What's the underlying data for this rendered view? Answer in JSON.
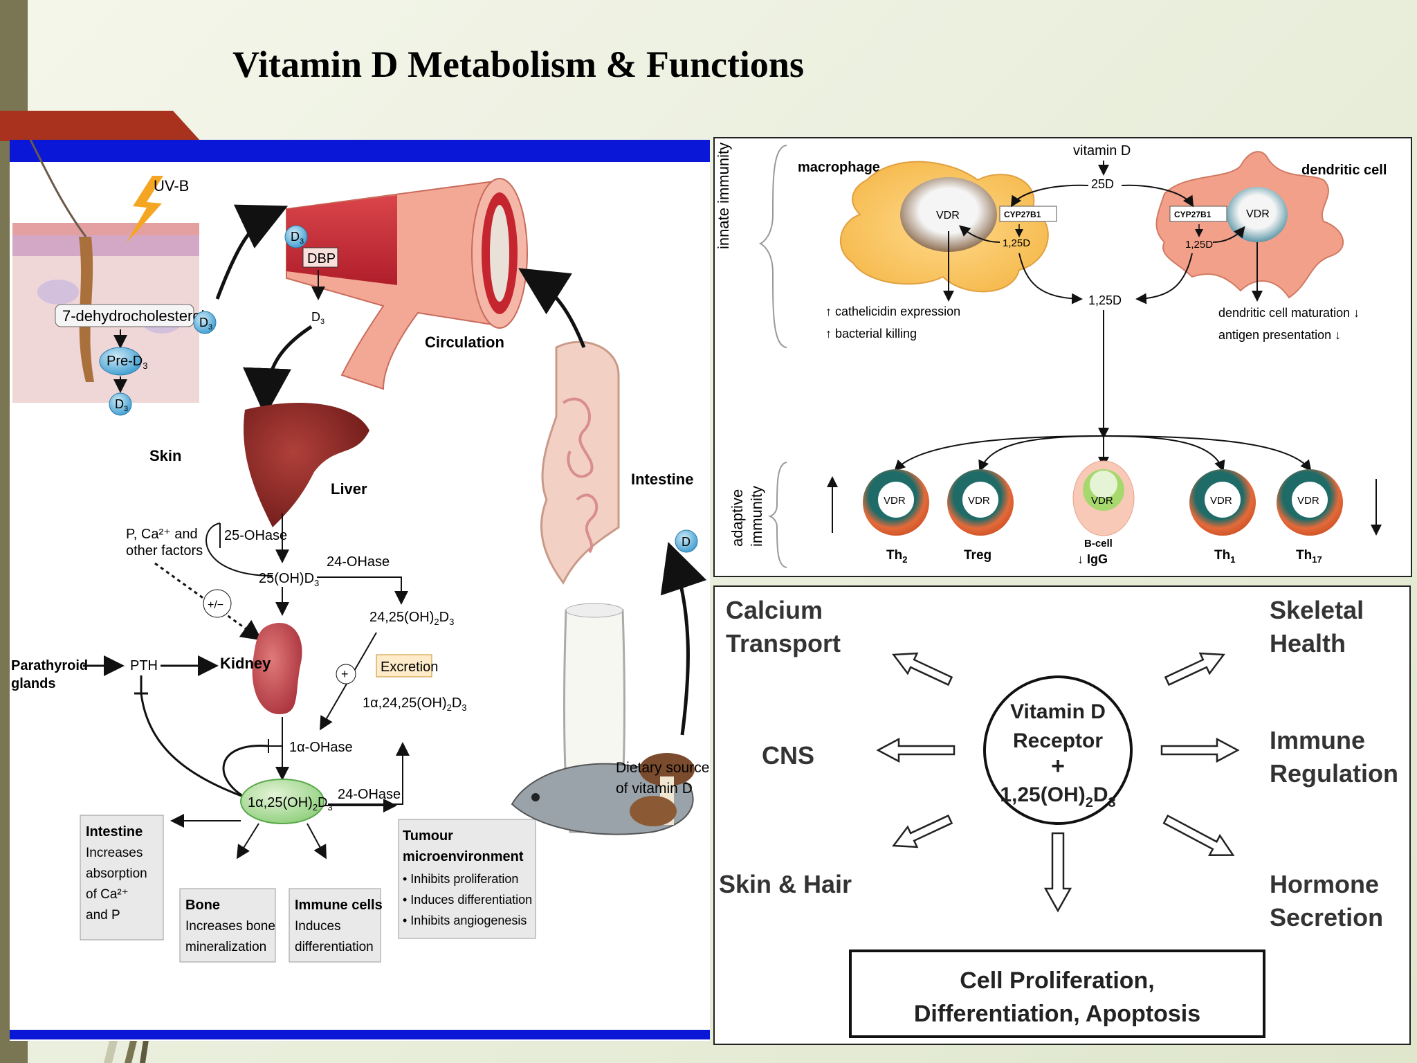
{
  "slide": {
    "title": "Vitamin D Metabolism & Functions"
  },
  "metabolism": {
    "uvb": "UV-B",
    "skin_precursor": "7-dehydrocholesterol",
    "pre_d3": "Pre-D",
    "pre_d3_sub": "3",
    "d3": "D",
    "d3_sub": "3",
    "skin": "Skin",
    "dbp": "DBP",
    "circulation": "Circulation",
    "liver": "Liver",
    "intestine_organ": "Intestine",
    "dietary": [
      "Dietary sources",
      "of vitamin D"
    ],
    "factors": [
      "P",
      "Ca",
      "and",
      "other factors"
    ],
    "factors_line1": "P, Ca²⁺ and",
    "factors_line2": "other factors",
    "hydroxylase_25": "25-OHase",
    "hydroxylase_24": "24-OHase",
    "hydroxylase_24b": "24-OHase",
    "hydroxylase_1a": "1α-OHase",
    "metabolite_25": "25(OH)D",
    "metabolite_2425": "24,25(OH)",
    "metabolite_1a2425": "1α,24,25(OH)",
    "active_form": "1α,25(OH)",
    "plus_minus": "+/−",
    "plus": "+",
    "excretion": "Excretion",
    "parathyroid": [
      "Parathyroid",
      "glands"
    ],
    "pth": "PTH",
    "kidney": "Kidney",
    "targets": {
      "intestine": {
        "title": "Intestine",
        "lines": [
          "Increases",
          "absorption",
          "of Ca²⁺",
          "and P"
        ]
      },
      "bone": {
        "title": "Bone",
        "lines": [
          "Increases bone",
          "mineralization"
        ]
      },
      "immune": {
        "title": "Immune cells",
        "lines": [
          "Induces",
          "differentiation"
        ]
      },
      "tumour": {
        "title": "Tumour",
        "title2": "microenvironment",
        "lines": [
          "• Inhibits proliferation",
          "• Induces differentiation",
          "• Inhibits angiogenesis"
        ]
      }
    }
  },
  "immunity": {
    "vitamin_d": "vitamin D",
    "d25": "25D",
    "d125": "1,25D",
    "macrophage": "macrophage",
    "dendritic_cell": "dendritic cell",
    "vdr": "VDR",
    "cyp": "CYP27B1",
    "innate": "innate immunity",
    "adaptive_1": "adaptive",
    "adaptive_2": "immunity",
    "effect_mac_1": "cathelicidin expression",
    "effect_mac_2": "bacterial killing",
    "effect_dc_1": "dendritic cell maturation",
    "effect_dc_2": "antigen presentation",
    "cells": [
      {
        "name": "Th",
        "sub": "2"
      },
      {
        "name": "Treg",
        "sub": ""
      },
      {
        "name": "B-cell",
        "sub": ""
      },
      {
        "name": "Th",
        "sub": "1"
      },
      {
        "name": "Th",
        "sub": "17"
      }
    ],
    "igg": "IgG"
  },
  "vdr_functions": {
    "center": [
      "Vitamin D",
      "Receptor",
      "+",
      "1,25(OH)",
      "2",
      "D",
      "3"
    ],
    "calcium": [
      "Calcium",
      "Transport"
    ],
    "skeletal": [
      "Skeletal",
      "Health"
    ],
    "cns": "CNS",
    "immune": [
      "Immune",
      "Regulation"
    ],
    "skin": "Skin & Hair",
    "hormone": [
      "Hormone",
      "Secretion"
    ],
    "cell": [
      "Cell Proliferation,",
      "Differentiation, Apoptosis"
    ]
  },
  "colors": {
    "blue_bar": "#0a17d6",
    "red_tab": "#a8321e",
    "side_bar": "#7a7552"
  }
}
